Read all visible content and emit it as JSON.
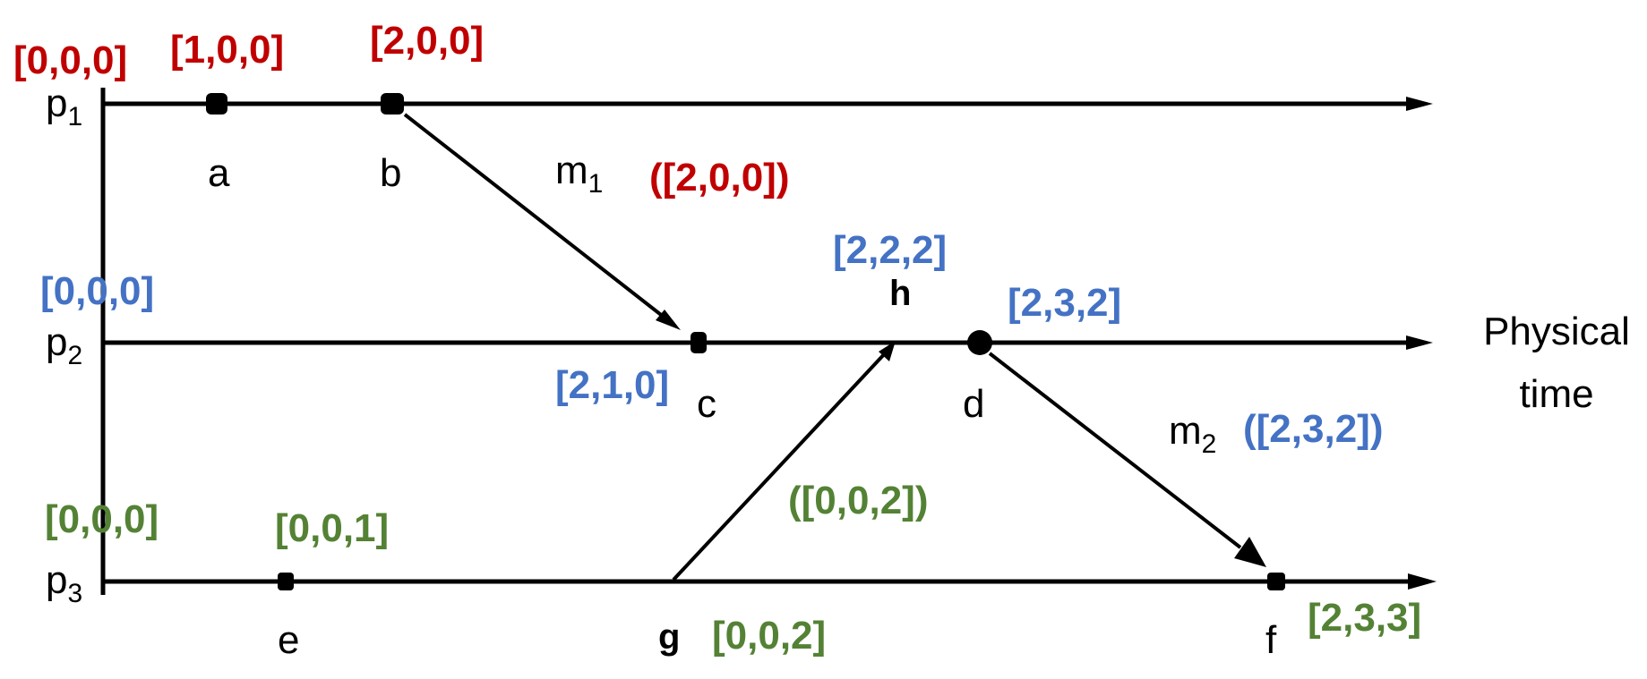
{
  "colors": {
    "p1": "#c00000",
    "p2": "#4472c4",
    "p3": "#548235",
    "line": "#000000"
  },
  "processes": [
    {
      "name": "p",
      "sub": "1",
      "initial_clock": "[0,0,0]"
    },
    {
      "name": "p",
      "sub": "2",
      "initial_clock": "[0,0,0]"
    },
    {
      "name": "p",
      "sub": "3",
      "initial_clock": "[0,0,0]"
    }
  ],
  "axis_label": {
    "line1": "Physical",
    "line2": "time"
  },
  "events": {
    "a": {
      "label": "a",
      "clock": "[1,0,0]"
    },
    "b": {
      "label": "b",
      "clock": "[2,0,0]"
    },
    "c": {
      "label": "c",
      "clock": "[2,1,0]"
    },
    "h": {
      "label": "h",
      "clock": "[2,2,2]"
    },
    "d": {
      "label": "d",
      "clock": "[2,3,2]"
    },
    "e": {
      "label": "e",
      "clock": "[0,0,1]"
    },
    "g": {
      "label": "g",
      "clock": "[0,0,2]"
    },
    "f": {
      "label": "f",
      "clock": "[2,3,3]"
    }
  },
  "messages": {
    "m1": {
      "name": "m",
      "sub": "1",
      "timestamp": "([2,0,0])"
    },
    "m2": {
      "name": "m",
      "sub": "2",
      "timestamp": "([2,3,2])"
    },
    "gh": {
      "timestamp": "([0,0,2])"
    }
  }
}
